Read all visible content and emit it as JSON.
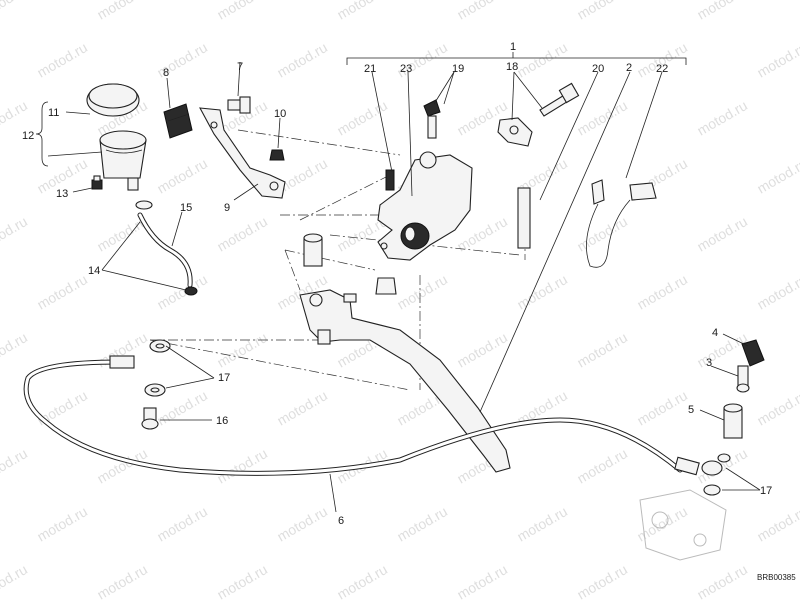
{
  "callouts": {
    "c1": "1",
    "c2": "2",
    "c3": "3",
    "c4": "4",
    "c5": "5",
    "c6": "6",
    "c7": "7",
    "c8": "8",
    "c9": "9",
    "c10": "10",
    "c11": "11",
    "c12": "12",
    "c13": "13",
    "c14": "14",
    "c15": "15",
    "c16": "16",
    "c17a": "17",
    "c17b": "17",
    "c18": "18",
    "c19": "19",
    "c20": "20",
    "c21": "21",
    "c22": "22",
    "c23": "23"
  },
  "drawing_code": "BRB00385",
  "watermark": "motod.ru"
}
